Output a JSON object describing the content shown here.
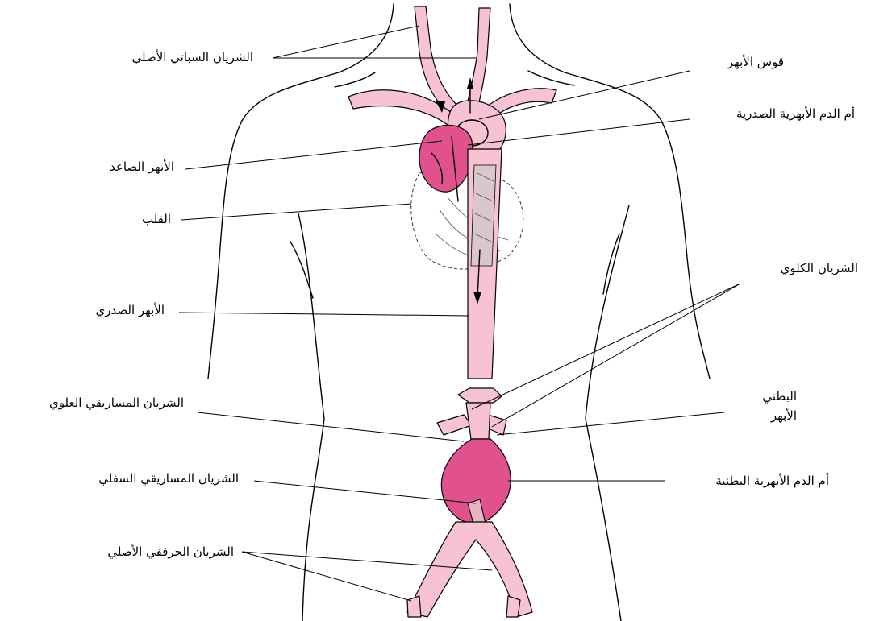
{
  "colors": {
    "artery": "#f7c2d2",
    "aneurysm": "#e0518e",
    "outline": "#000000"
  },
  "labels": {
    "common_carotid": "الشريان السباتي الأصلي",
    "aortic_arch": "قوس الأبهر",
    "thoracic_aneurysm": "أم الدم الأبهرية الصدرية",
    "ascending_aorta": "الأبهر الصاعد",
    "heart": "القلب",
    "renal_artery": "الشريان الكلوي",
    "thoracic_aorta": "الأبهر الصدري",
    "abdominal_aorta_1": "البطني",
    "abdominal_aorta_2": "الأبهر",
    "superior_mesenteric": "الشريان المساريقي العلوي",
    "abdominal_aneurysm": "أم الدم الأبهرية البطنية",
    "inferior_mesenteric": "الشريان المساريقي السفلي",
    "common_iliac": "الشريان الحرقفي الأصلي"
  }
}
